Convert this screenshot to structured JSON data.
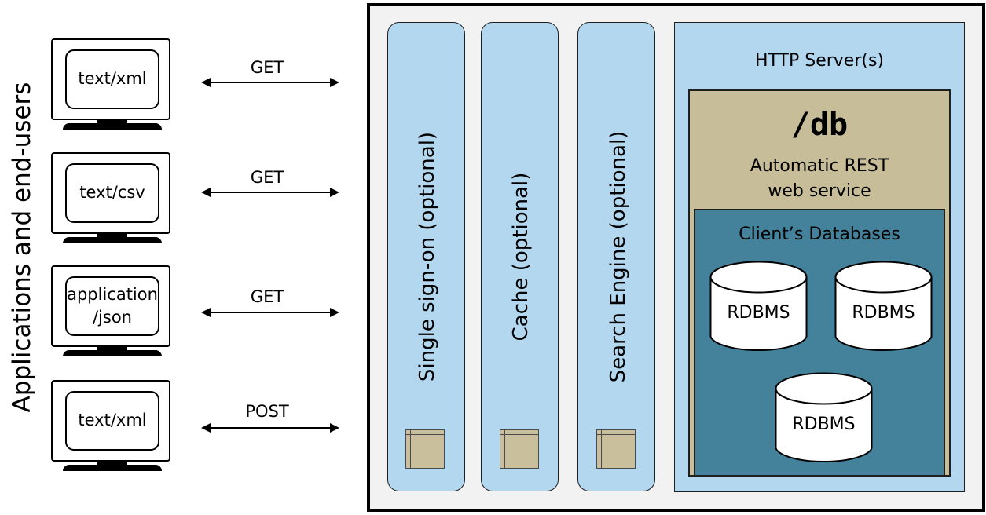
{
  "side_label": "Applications and end-users",
  "clients": [
    {
      "screen": "text/xml",
      "method": "GET"
    },
    {
      "screen": "text/csv",
      "method": "GET"
    },
    {
      "screen": "application\n/json",
      "method": "GET"
    },
    {
      "screen": "text/xml",
      "method": "POST"
    }
  ],
  "layers": [
    {
      "label": "Single sign-on (optional)"
    },
    {
      "label": "Cache (optional)"
    },
    {
      "label": "Search Engine (optional)"
    }
  ],
  "http_server": {
    "title": "HTTP Server(s)",
    "db_title": "/db",
    "db_subtitle": "Automatic REST\nweb service",
    "databases_title": "Client’s Databases",
    "databases": [
      "RDBMS",
      "RDBMS",
      "RDBMS"
    ]
  },
  "colors": {
    "column_fill": "#b3d7ef",
    "db_fill": "#c7bd99",
    "databases_fill": "#44819b",
    "container_fill": "#f2f2f2"
  }
}
